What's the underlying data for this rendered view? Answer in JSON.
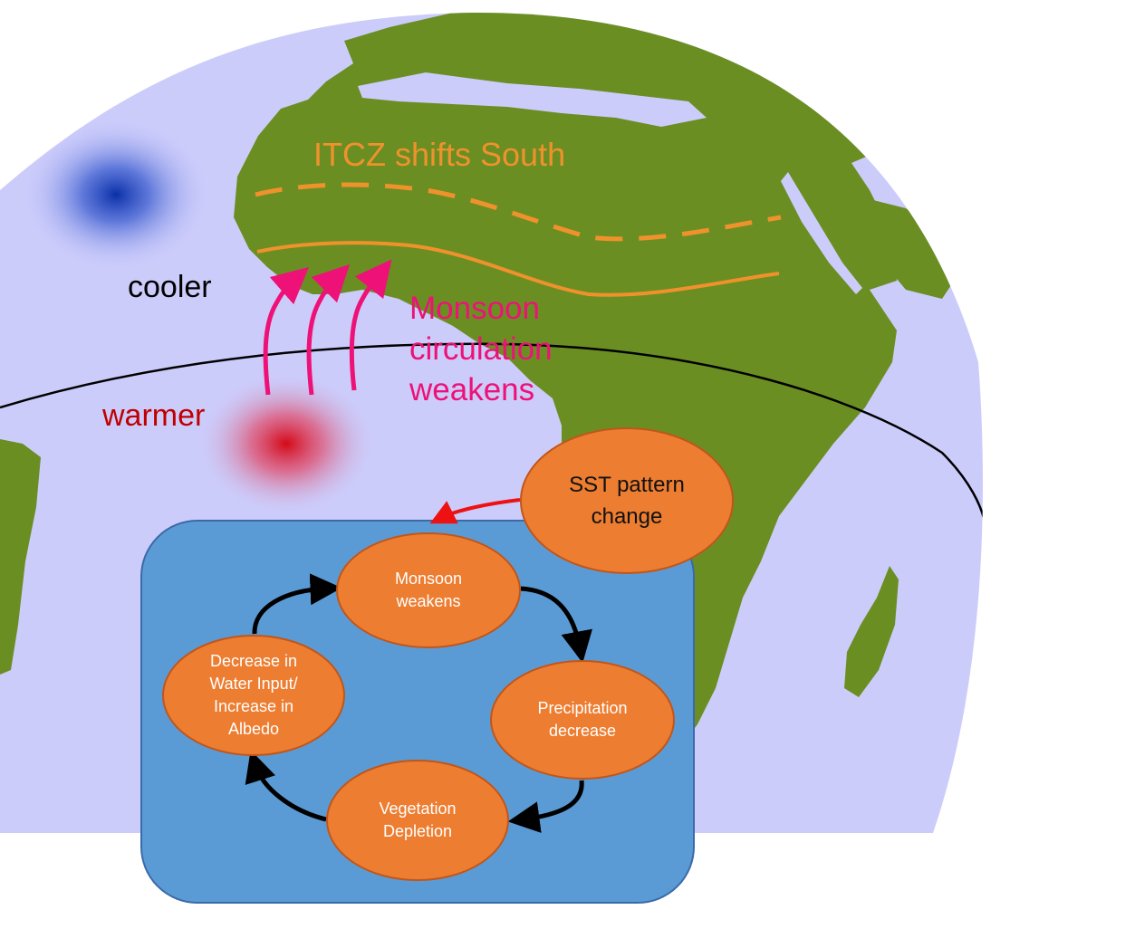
{
  "labels": {
    "itcz": "ITCZ shifts South",
    "cooler": "cooler",
    "warmer": "warmer",
    "monsoon_circulation": "Monsoon\ncirculation\nweakens"
  },
  "nodes": {
    "sst_change": "SST pattern\nchange",
    "monsoon_weakens": "Monsoon\nweakens",
    "precipitation_decrease": "Precipitation\ndecrease",
    "vegetation_depletion": "Vegetation\nDepletion",
    "water_albedo": "Decrease in\nWater Input/\nIncrease in\nAlbedo"
  },
  "colors": {
    "ocean": "#ccccfb",
    "land": "#6b8e23",
    "itcz_line": "#f0922c",
    "arrows_monsoon": "#ee1177",
    "cool_anomaly": "#1040b0",
    "warm_anomaly": "#d81020",
    "feedback_box": "#5b9bd5",
    "node_fill": "#ed7d31",
    "sst_arrow": "#ee1111"
  }
}
